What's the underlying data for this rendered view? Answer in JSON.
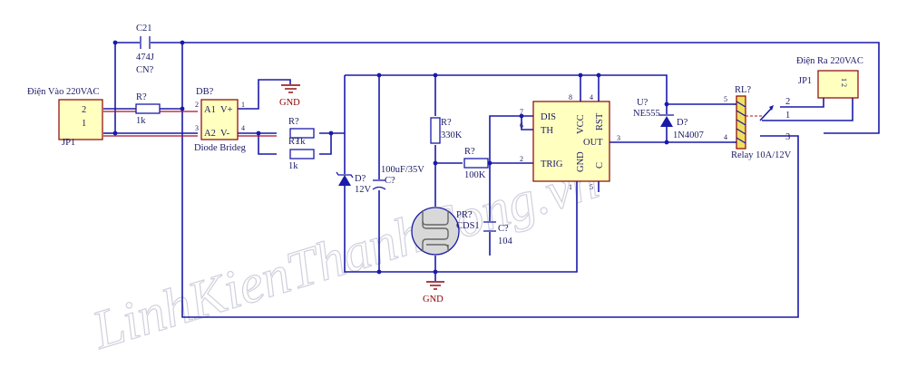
{
  "colors": {
    "wire": "#1a1aa8",
    "component_fill": "#ffffc0",
    "outline": "#8b0000",
    "ground": "#8b0000"
  },
  "watermark": "LinhKienThanhCong.vn",
  "labels": {
    "input_title": "Điện Vào 220VAC",
    "input_ref": "JP1",
    "input_pin2": "2",
    "input_pin1": "1",
    "output_title": "Điện Ra 220VAC",
    "output_ref": "JP1",
    "output_pins": "1 2",
    "c21_ref": "C21",
    "c21_value": "474J",
    "c21_code": "CN?",
    "r_in_ref": "R?",
    "r_in_value": "1k",
    "db_ref": "DB?",
    "db_a1": "A1",
    "db_vplus": "V+",
    "db_a2": "A2",
    "db_vminus": "V-",
    "db_pin2": "2",
    "db_pin1": "1",
    "db_pin3": "3",
    "db_pin4": "4",
    "db_name": "Diode Brideg",
    "gnd_top": "GND",
    "r_par_top_ref": "R?",
    "r_par_bot_ref": "R?",
    "r_par_bot_overlap": "1k",
    "r_par_value": "1k",
    "zener_ref": "D?",
    "zener_value": "12V",
    "cap_big_value": "100uF/35V",
    "cap_big_ref": "C?",
    "r330_ref": "R?",
    "r330_value": "330K",
    "r100_ref": "R?",
    "r100_value": "100K",
    "pr_ref": "PR?",
    "pr_value": "CDS1",
    "c104_ref": "C?",
    "c104_value": "104",
    "gnd_bottom": "GND",
    "ic_dis": "DIS",
    "ic_th": "TH",
    "ic_trig": "TRIG",
    "ic_vcc": "VCC",
    "ic_rst": "RST",
    "ic_out": "OUT",
    "ic_gnd": "GND",
    "ic_c": "C",
    "ic_pin7": "7",
    "ic_pin6": "6",
    "ic_pin2": "2",
    "ic_pin8": "8",
    "ic_pin4": "4",
    "ic_pin3": "3",
    "ic_pin1": "1",
    "ic_pin5": "5",
    "ic_ref": "U?",
    "ic_name": "NE555",
    "diode_ref": "D?",
    "diode_value": "1N4007",
    "relay_ref": "RL?",
    "relay_pin5": "5",
    "relay_pin4": "4",
    "relay_pin2": "2",
    "relay_pin1": "1",
    "relay_pin3": "3",
    "relay_value": "Relay 10A/12V"
  }
}
